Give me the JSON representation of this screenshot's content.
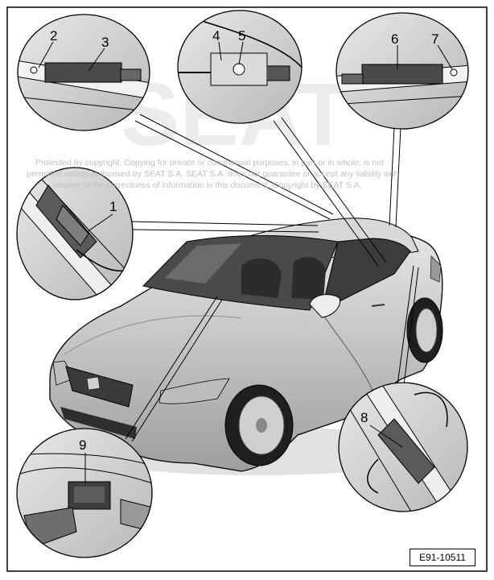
{
  "watermark": {
    "line1": "Protected by copyright. Copying for private or commercial purposes, in part or in whole, is not",
    "line2": "permitted unless authorised by SEAT S.A. SEAT S.A. does not guarantee or accept any liability with",
    "line3": "respect to the correctness of information in this document. Copyright by SEAT S.A.",
    "brand": "SEAT"
  },
  "callouts": [
    {
      "id": "1",
      "label": "1"
    },
    {
      "id": "2",
      "label": "2"
    },
    {
      "id": "3",
      "label": "3"
    },
    {
      "id": "4",
      "label": "4"
    },
    {
      "id": "5",
      "label": "5"
    },
    {
      "id": "6",
      "label": "6"
    },
    {
      "id": "7",
      "label": "7"
    },
    {
      "id": "8",
      "label": "8"
    },
    {
      "id": "9",
      "label": "9"
    }
  ],
  "figure_id": "E91-10511",
  "colors": {
    "car_body": "#c9c9c9",
    "glass": "#3a3a3a",
    "detail_bg": "#d4d4d4",
    "outline": "#000000"
  }
}
